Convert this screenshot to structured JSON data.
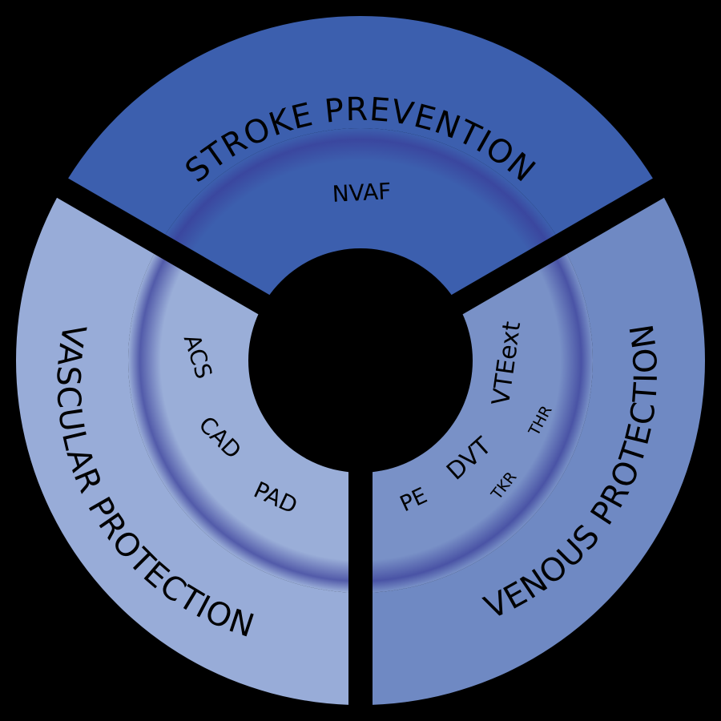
{
  "diagram": {
    "segments": [
      {
        "id": "stroke",
        "outer_label": "STROKE PREVENTION",
        "inner_labels": [
          "NVAF"
        ],
        "color_outer": "#3c5fae",
        "color_inner": "#3c5fae"
      },
      {
        "id": "venous",
        "outer_label": "VENOUS PROTECTION",
        "inner_labels": [
          "PE",
          "DVT",
          "VTEext",
          "TKR",
          "THR"
        ],
        "color_outer": "#6f89c3",
        "color_inner": "#7991c7"
      },
      {
        "id": "vascular",
        "outer_label": "VASCULAR PROTECTION",
        "inner_labels": [
          "ACS",
          "CAD",
          "PAD"
        ],
        "color_outer": "#98acd8",
        "color_inner": "#9aaed8"
      }
    ],
    "colors": {
      "background": "#000000",
      "ring_shadow": "#3a3f9a"
    }
  }
}
